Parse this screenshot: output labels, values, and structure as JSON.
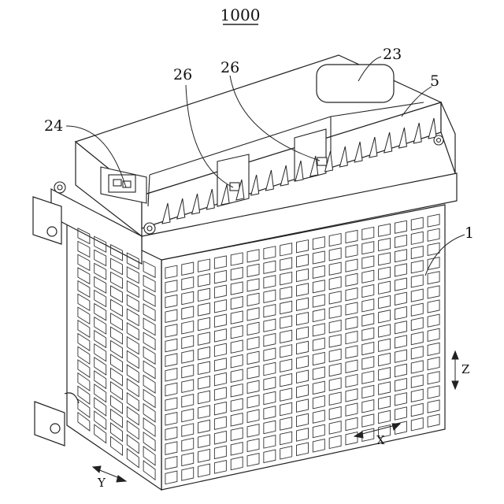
{
  "figure": {
    "title": "1000",
    "reference_numerals": [
      {
        "id": "body",
        "text": "1"
      },
      {
        "id": "cover",
        "text": "5"
      },
      {
        "id": "window",
        "text": "23"
      },
      {
        "id": "connector",
        "text": "24"
      },
      {
        "id": "pin_left",
        "text": "26"
      },
      {
        "id": "pin_right",
        "text": "26"
      }
    ],
    "axes": {
      "x": "X",
      "y": "Y",
      "z": "Z"
    }
  },
  "style": {
    "line": "#222222",
    "background": "#ffffff"
  }
}
